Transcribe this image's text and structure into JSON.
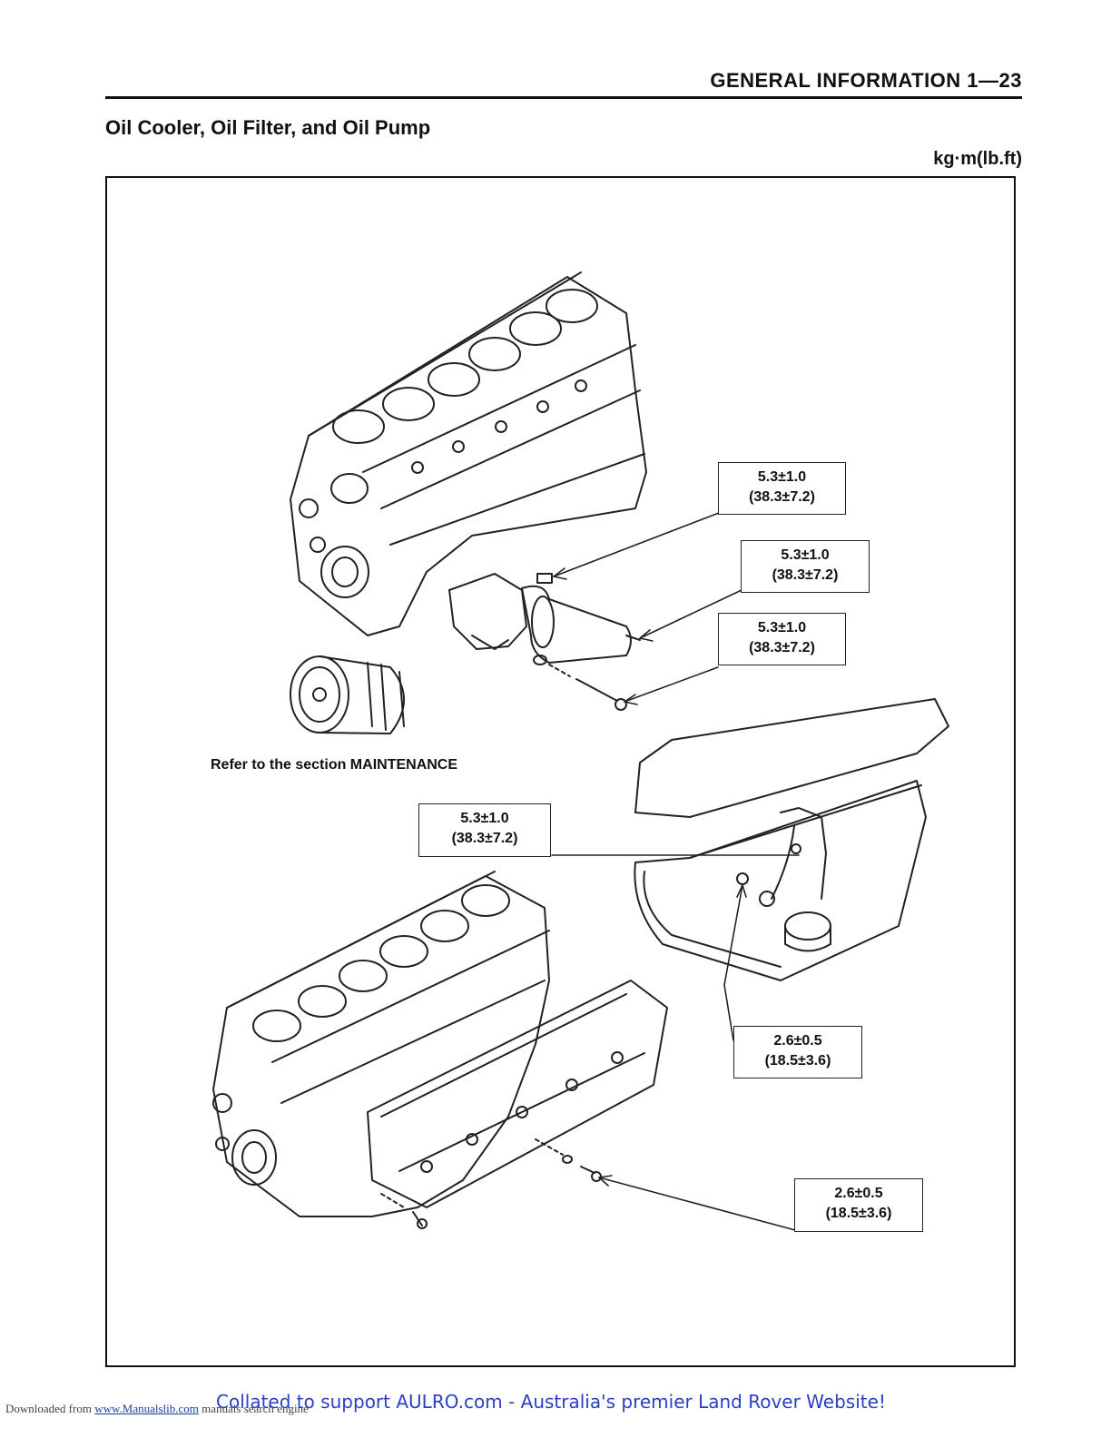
{
  "header": {
    "section": "GENERAL INFORMATION 1—23"
  },
  "title": "Oil Cooler, Oil Filter, and Oil Pump",
  "units": "kg·m(lb.ft)",
  "torque_labels": [
    {
      "line1": "5.3±1.0",
      "line2": "(38.3±7.2)"
    },
    {
      "line1": "5.3±1.0",
      "line2": "(38.3±7.2)"
    },
    {
      "line1": "5.3±1.0",
      "line2": "(38.3±7.2)"
    },
    {
      "line1": "5.3±1.0",
      "line2": "(38.3±7.2)"
    },
    {
      "line1": "2.6±0.5",
      "line2": "(18.5±3.6)"
    },
    {
      "line1": "2.6±0.5",
      "line2": "(18.5±3.6)"
    }
  ],
  "refer_note": "Refer to the section MAINTENANCE",
  "footer": {
    "downloaded_prefix": "Downloaded from",
    "link": "www.Manualslib.com",
    "suffix": "manuals search engine",
    "collated": "Collated to support AULRO.com - Australia's premier Land Rover Website!"
  }
}
